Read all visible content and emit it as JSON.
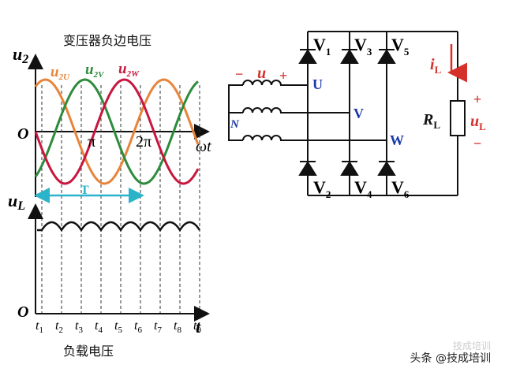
{
  "wave_panel": {
    "title": "变压器负边电压",
    "y_label": "u",
    "y_label_sub": "2",
    "origin": "O",
    "x_label": "ωt",
    "tick_pi": "π",
    "tick_2pi": "2π",
    "period_label": "T",
    "series": [
      {
        "name": "u",
        "sub": "2U",
        "color": "#e8843a"
      },
      {
        "name": "u",
        "sub": "2V",
        "color": "#2e8b3c"
      },
      {
        "name": "u",
        "sub": "2W",
        "color": "#c8163e"
      }
    ]
  },
  "load_panel": {
    "title": "负载电压",
    "y_label": "u",
    "y_label_sub": "L",
    "origin": "O",
    "x_label": "t",
    "ticks": [
      "1",
      "2",
      "3",
      "4",
      "5",
      "6",
      "7",
      "8",
      "9"
    ],
    "tick_prefix": "t"
  },
  "circuit": {
    "v1": "V",
    "v1_sub": "1",
    "v3": "V",
    "v3_sub": "3",
    "v5": "V",
    "v5_sub": "5",
    "v2": "V",
    "v2_sub": "2",
    "v4": "V",
    "v4_sub": "4",
    "v6": "V",
    "v6_sub": "6",
    "node_u": "U",
    "node_v": "V",
    "node_w": "W",
    "neutral": "N",
    "source_u": "u",
    "source_minus": "−",
    "source_plus": "+",
    "current": "i",
    "current_sub": "L",
    "resistor": "R",
    "resistor_sub": "L",
    "ul": "u",
    "ul_sub": "L",
    "ul_plus": "+",
    "ul_minus": "−"
  },
  "watermark": {
    "text": "头条 @技成培训",
    "ghost": "技成培训"
  },
  "colors": {
    "blue": "#1a3aa8",
    "red": "#d6302a",
    "teal": "#2bb3c9",
    "ink": "#111111"
  }
}
